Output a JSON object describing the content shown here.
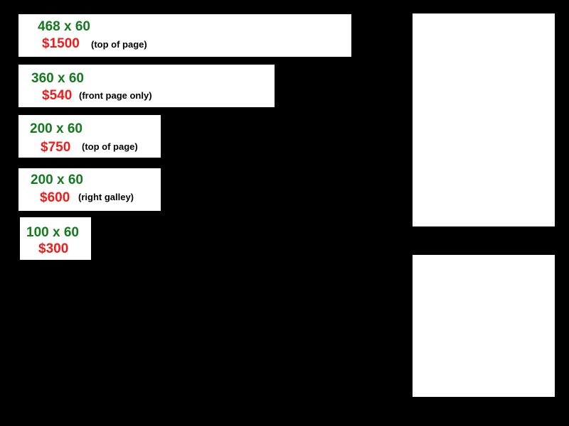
{
  "colors": {
    "size": "#137a1e",
    "price": "#f41a1a"
  },
  "ads": [
    {
      "size": "468 x 60",
      "price": "$1500",
      "note": "(top of page)"
    },
    {
      "size": "360 x 60",
      "price": "$540",
      "note": "(front page only)"
    },
    {
      "size": "200 x 60",
      "price": "$750",
      "note": "(top of page)"
    },
    {
      "size": "200 x 60",
      "price": "$600",
      "note": "(right galley)"
    },
    {
      "size": "100 x 60",
      "price": "$300"
    }
  ]
}
